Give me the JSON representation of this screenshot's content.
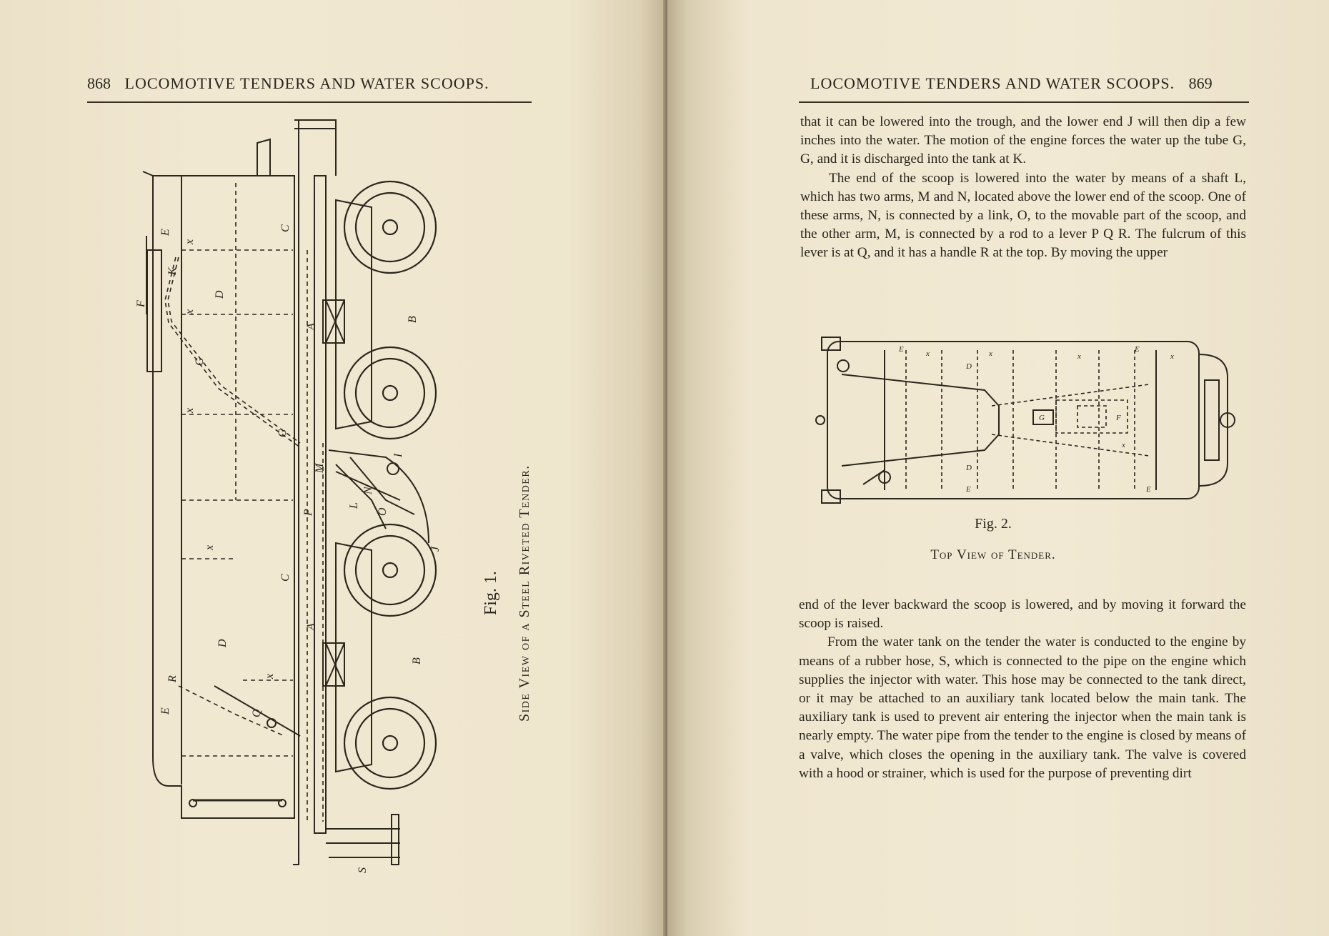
{
  "left_page": {
    "header_page_number": "868",
    "header_title": "LOCOMOTIVE TENDERS AND WATER SCOOPS.",
    "figure_number": "Fig. 1.",
    "figure_title": "Side View of a Steel Riveted Tender."
  },
  "right_page": {
    "header_title": "LOCOMOTIVE TENDERS AND WATER SCOOPS.",
    "header_page_number": "869",
    "paragraph_1": "that it can be lowered into the trough, and the lower end J will then dip a few inches into the water. The motion of the engine forces the water up the tube G, G, and it is discharged into the tank at K.",
    "paragraph_2": "The end of the scoop is lowered into the water by means of a shaft L, which has two arms, M and N, located above the lower end of the scoop. One of these arms, N, is connected by a link, O, to the movable part of the scoop, and the other arm, M, is connected by a rod to a lever P Q R. The fulcrum of this lever is at Q, and it has a handle R at the top. By moving the upper",
    "figure_number": "Fig. 2.",
    "figure_title": "Top View of Tender.",
    "paragraph_3": "end of the lever backward the scoop is lowered, and by moving it forward the scoop is raised.",
    "paragraph_4": "From the water tank on the tender the water is conducted to the engine by means of a rubber hose, S, which is connected to the pipe on the engine which supplies the injector with water. This hose may be connected to the tank direct, or it may be attached to an auxiliary tank located below the main tank. The auxiliary tank is used to prevent air entering the injector when the main tank is nearly empty. The water pipe from the tender to the engine is closed by means of a valve, which closes the opening in the auxiliary tank. The valve is covered with a hood or strainer, which is used for the purpose of preventing dirt"
  },
  "fig1_labels": {
    "A": "A",
    "B": "B",
    "C": "C",
    "D": "D",
    "E": "E",
    "F": "F",
    "G": "G",
    "I": "I",
    "J": "J",
    "K": "K",
    "L": "L",
    "M": "M",
    "N": "N",
    "O": "O",
    "P": "P",
    "Q": "Q",
    "R": "R",
    "S": "S",
    "x": "x"
  },
  "fig2_labels": {
    "D": "D",
    "E": "E",
    "F": "F",
    "G": "G",
    "x": "x"
  }
}
